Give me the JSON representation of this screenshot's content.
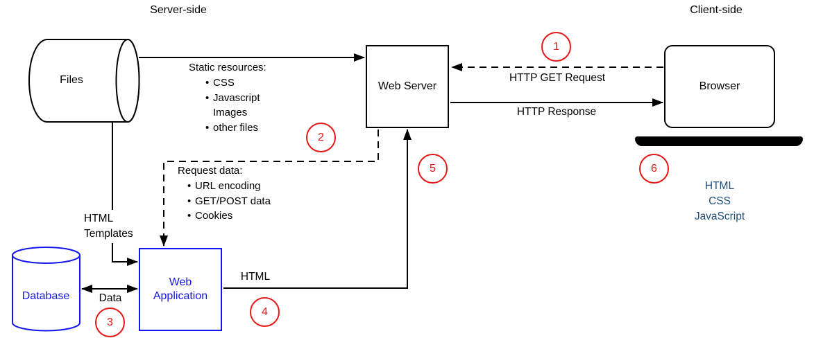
{
  "section_labels": {
    "server_side": "Server-side",
    "client_side": "Client-side"
  },
  "nodes": {
    "files": "Files",
    "web_server": "Web Server",
    "browser": "Browser",
    "database": "Database",
    "web_application": "Web Application"
  },
  "edge_labels": {
    "http_get_request": "HTTP GET Request",
    "http_response": "HTTP Response",
    "html_templates": "HTML Templates",
    "data": "Data",
    "html": "HTML"
  },
  "notes": {
    "static_resources": {
      "title": "Static resources:",
      "items": [
        "CSS",
        "Javascript",
        "Images",
        "other files"
      ]
    },
    "request_data": {
      "title": "Request data:",
      "items": [
        "URL encoding",
        "GET/POST data",
        "Cookies"
      ]
    }
  },
  "client_technologies": [
    "HTML",
    "CSS",
    "JavaScript"
  ],
  "steps": [
    "1",
    "2",
    "3",
    "4",
    "5",
    "6"
  ],
  "colors": {
    "node_blue": "#1414f0",
    "tech_text_blue": "#1f4e79",
    "step_red": "#e81717",
    "line_black": "#000000"
  }
}
